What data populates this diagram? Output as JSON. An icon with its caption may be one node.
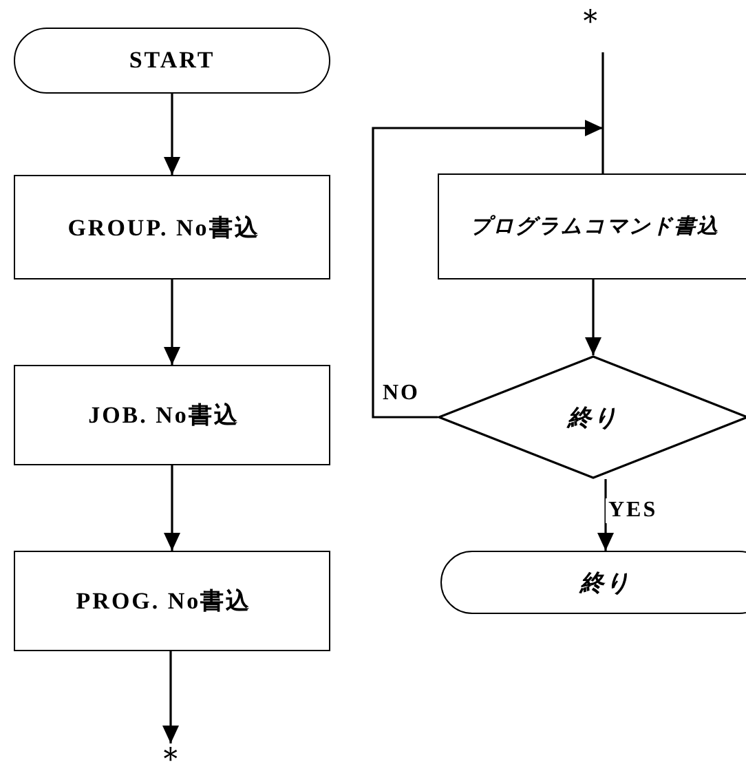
{
  "diagram": {
    "nodes": [
      {
        "text": [
          "START"
        ]
      },
      {
        "text": [
          "GROUP. No書込"
        ]
      },
      {
        "text": [
          "JOB. No書込"
        ]
      },
      {
        "text": [
          "PROG. No書込"
        ]
      },
      {
        "text": [
          "＊"
        ]
      },
      {
        "text": [
          "＊"
        ]
      },
      {
        "text": [
          "プログラムコマンド書込"
        ]
      },
      {
        "text": [
          "終り"
        ]
      },
      {
        "text": [
          "終り"
        ]
      }
    ],
    "edges": [
      {
        "from": 0,
        "to": 1,
        "arrow": "to"
      },
      {
        "from": 1,
        "to": 2,
        "arrow": "to"
      },
      {
        "from": 2,
        "to": 3,
        "arrow": "to"
      },
      {
        "from": 3,
        "to": 4,
        "arrow": "to"
      },
      {
        "from": 5,
        "to": 6,
        "arrow": "none"
      },
      {
        "from": 6,
        "to": 7,
        "arrow": "to"
      },
      {
        "from": 7,
        "to": 6,
        "arrow": "to",
        "label": "NO"
      },
      {
        "from": 7,
        "to": 8,
        "arrow": "to",
        "label": "YES"
      }
    ]
  }
}
